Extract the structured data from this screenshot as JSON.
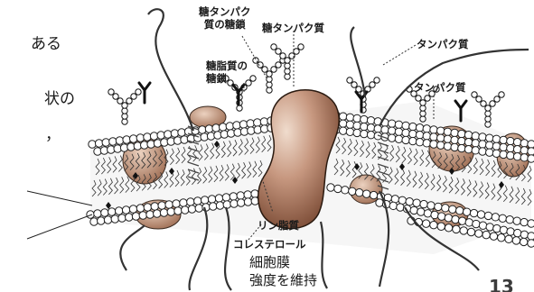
{
  "text_fragments": {
    "line1": "ある",
    "line2": "状の",
    "line3": "，"
  },
  "labels": {
    "glycoprotein_sugar_chain": [
      "糖タンパク",
      "質の糖鎖"
    ],
    "glycoprotein": "糖タンパク質",
    "glycolipid_sugar_chain": [
      "糖脂質の",
      "糖鎖"
    ],
    "protein_1": "タンパク質",
    "protein_2": "タンパク質",
    "phospholipid": "リン脂質",
    "cholesterol": "コレステロール"
  },
  "caption": {
    "line1": "細胞膜",
    "line2": "強度を維持"
  },
  "page_number": "13",
  "colors": {
    "protein": "#b98a72",
    "protein_light": "#e0c1ae",
    "protein_dark": "#6e4632",
    "line": "#222222"
  }
}
